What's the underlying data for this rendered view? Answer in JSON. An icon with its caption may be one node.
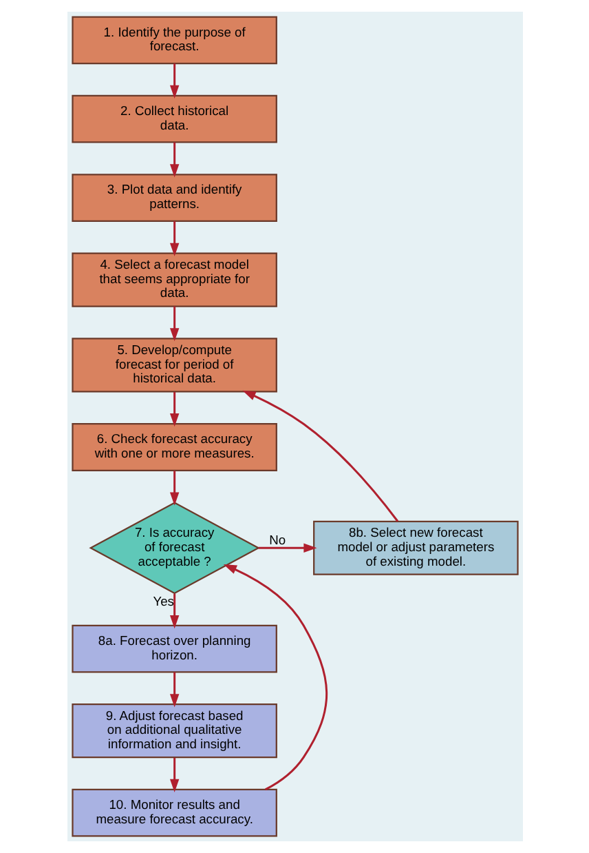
{
  "diagram": {
    "nodes": [
      {
        "text": [
          "1. Identify the purpose of forecast."
        ]
      },
      {
        "text": [
          "2. Collect historical data."
        ]
      },
      {
        "text": [
          "3. Plot data and identify patterns."
        ]
      },
      {
        "text": [
          "4. Select a forecast model that seems appropriate for data."
        ]
      },
      {
        "text": [
          "5. Develop/compute forecast for period of historical data."
        ]
      },
      {
        "text": [
          "6. Check forecast accuracy with one or more measures."
        ]
      },
      {
        "text": [
          "7. Is accuracy of forecast acceptable ?"
        ]
      },
      {
        "text": [
          "8b. Select new forecast model or adjust parameters of existing model."
        ]
      },
      {
        "text": [
          "8a. Forecast over planning horizon."
        ]
      },
      {
        "text": [
          "9. Adjust forecast based on additional qualitative information and insight."
        ]
      },
      {
        "text": [
          "10. Monitor results and measure forecast accuracy."
        ]
      }
    ],
    "edges": [
      {
        "from": 0,
        "to": 1,
        "arrow": "to"
      },
      {
        "from": 1,
        "to": 2,
        "arrow": "to"
      },
      {
        "from": 2,
        "to": 3,
        "arrow": "to"
      },
      {
        "from": 3,
        "to": 4,
        "arrow": "to"
      },
      {
        "from": 4,
        "to": 5,
        "arrow": "to"
      },
      {
        "from": 5,
        "to": 6,
        "arrow": "to"
      },
      {
        "from": 6,
        "to": 7,
        "arrow": "to",
        "label": "No"
      },
      {
        "from": 7,
        "to": 4,
        "arrow": "to"
      },
      {
        "from": 6,
        "to": 8,
        "arrow": "to",
        "label": "Yes"
      },
      {
        "from": 8,
        "to": 9,
        "arrow": "to"
      },
      {
        "from": 9,
        "to": 10,
        "arrow": "to"
      },
      {
        "from": 10,
        "to": 6,
        "arrow": "to"
      }
    ]
  }
}
